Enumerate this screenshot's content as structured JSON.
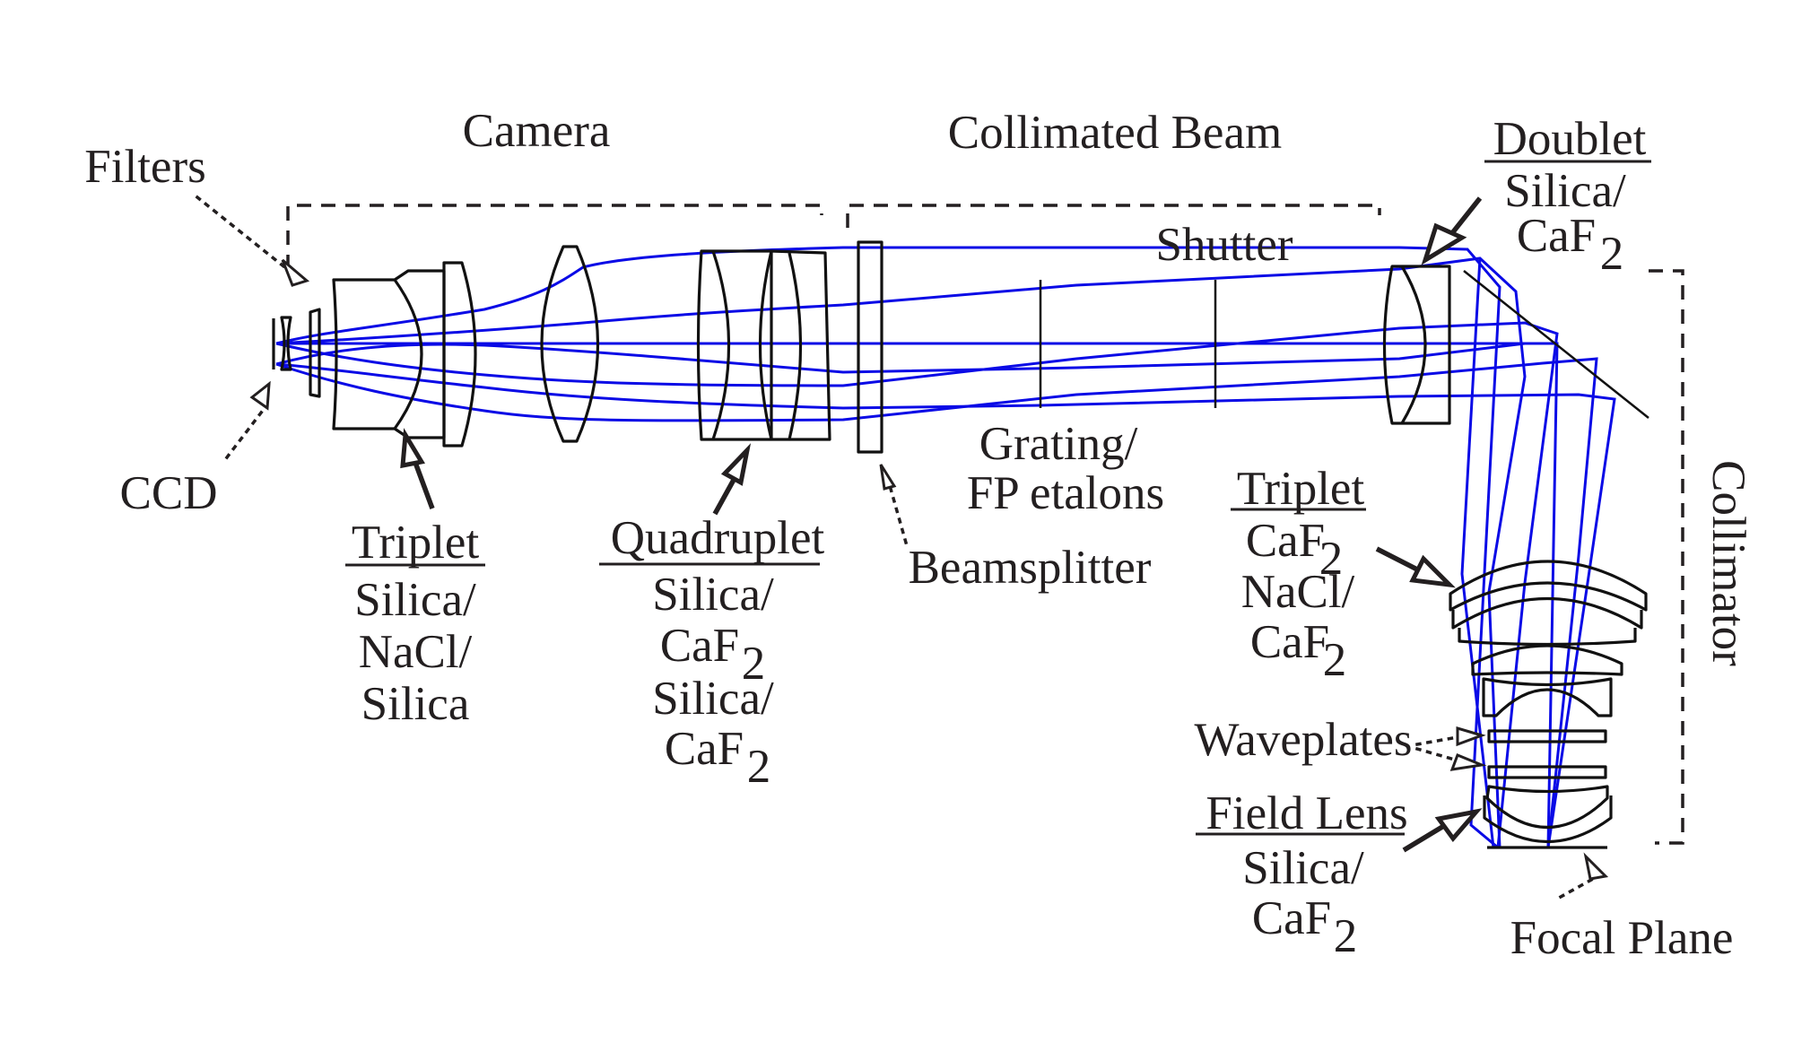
{
  "diagram": {
    "sections": {
      "camera": "Camera",
      "collimated_beam": "Collimated Beam",
      "collimator": "Collimator"
    },
    "components": {
      "filters": "Filters",
      "ccd": "CCD",
      "shutter": "Shutter",
      "grating_line1": "Grating/",
      "grating_line2": "FP etalons",
      "beamsplitter": "Beamsplitter",
      "waveplates": "Waveplates",
      "focal_plane": "Focal Plane"
    },
    "camera_triplet": {
      "title": "Triplet",
      "materials": [
        "Silica/",
        "NaCl/",
        "Silica"
      ]
    },
    "quadruplet": {
      "title": "Quadruplet",
      "materials": [
        "Silica/",
        "CaF",
        "Silica/",
        "CaF"
      ],
      "subscripts": [
        "",
        "2",
        "",
        "2"
      ]
    },
    "doublet": {
      "title": "Doublet",
      "materials": [
        "Silica/",
        "CaF"
      ],
      "subscript": "2"
    },
    "collimator_triplet": {
      "title": "Triplet",
      "materials": [
        "CaF",
        "NaCl/",
        "CaF"
      ],
      "subscript": "2"
    },
    "field_lens": {
      "title": "Field Lens",
      "materials": [
        "Silica/",
        "CaF"
      ],
      "subscript": "2"
    },
    "colors": {
      "ray": "#0a0ae6",
      "optics": "#111111",
      "text": "#231f20"
    }
  }
}
